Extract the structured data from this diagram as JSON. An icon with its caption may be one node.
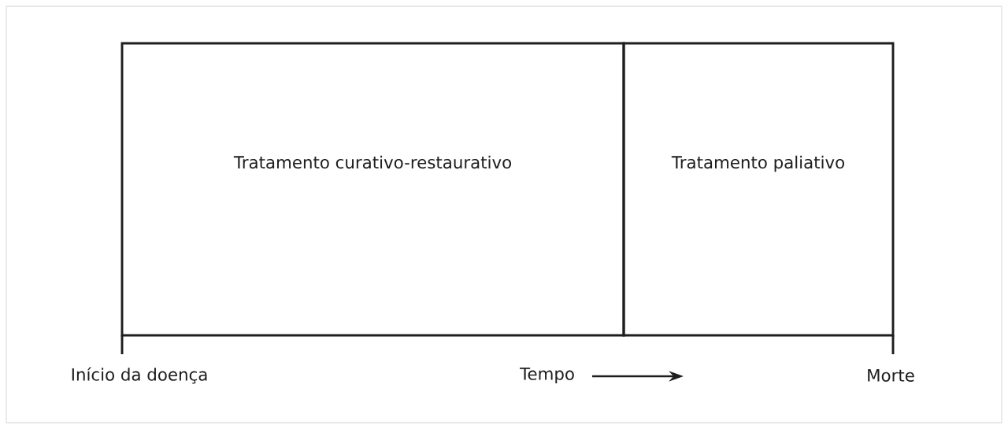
{
  "diagram": {
    "nodes": [
      {
        "text": [
          "Tratamento curativo-restaurativo"
        ]
      },
      {
        "text": [
          "Tratamento paliativo"
        ]
      }
    ],
    "labels": [
      "Início da doença",
      "Tempo",
      "Morte"
    ]
  }
}
